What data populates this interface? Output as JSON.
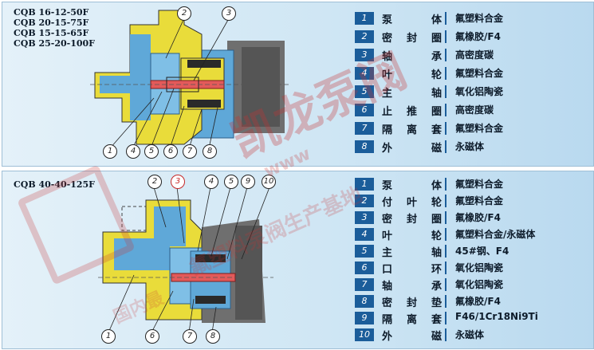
{
  "top": {
    "models": [
      "CQB 16-12-50F",
      "CQB 20-15-75F",
      "CQB 15-15-65F",
      "CQB 25-20-100F"
    ],
    "callouts": [
      "1",
      "2",
      "3",
      "4",
      "5",
      "6",
      "7",
      "8"
    ],
    "parts": [
      {
        "no": "1",
        "name": "泵体",
        "material": "氟塑料合金"
      },
      {
        "no": "2",
        "name": "密封圈",
        "material": "氟橡胶/F4"
      },
      {
        "no": "3",
        "name": "轴承",
        "material": "高密度碳"
      },
      {
        "no": "4",
        "name": "叶轮",
        "material": "氟塑料合金"
      },
      {
        "no": "5",
        "name": "主轴",
        "material": "氧化铝陶瓷"
      },
      {
        "no": "6",
        "name": "止推圈",
        "material": "高密度碳"
      },
      {
        "no": "7",
        "name": "隔离套",
        "material": "氟塑料合金"
      },
      {
        "no": "8",
        "name": "外磁",
        "material": "永磁体"
      }
    ]
  },
  "bottom": {
    "model": "CQB 40-40-125F",
    "callouts": [
      "1",
      "2",
      "3",
      "4",
      "5",
      "6",
      "7",
      "8",
      "9",
      "10"
    ],
    "parts": [
      {
        "no": "1",
        "name": "泵体",
        "material": "氟塑料合金"
      },
      {
        "no": "2",
        "name": "付叶轮",
        "material": "氟塑料合金"
      },
      {
        "no": "3",
        "name": "密封圈",
        "material": "氟橡胶/F4"
      },
      {
        "no": "4",
        "name": "叶轮",
        "material": "氟塑料合金/永磁体"
      },
      {
        "no": "5",
        "name": "主轴",
        "material": "45#钢、F4"
      },
      {
        "no": "6",
        "name": "口环",
        "material": "氧化铝陶瓷"
      },
      {
        "no": "7",
        "name": "轴承",
        "material": "氧化铝陶瓷"
      },
      {
        "no": "8",
        "name": "密封垫",
        "material": "氟橡胶/F4"
      },
      {
        "no": "9",
        "name": "隔离套",
        "material": "F46/1Cr18Ni9Ti"
      },
      {
        "no": "10",
        "name": "外磁",
        "material": "永磁体"
      }
    ]
  },
  "watermark": {
    "brand": "凯龙泵阀",
    "line1": "氟塑料泵阀生产基地",
    "line2": "国内最",
    "url": "www"
  },
  "colors": {
    "badge": "#1b5d9a",
    "casing": "#e9dc3a",
    "shaft": "#e35a5a",
    "bluePart": "#5fa8d8",
    "magnet": "#2a2a2a",
    "watermark": "#c83232"
  }
}
